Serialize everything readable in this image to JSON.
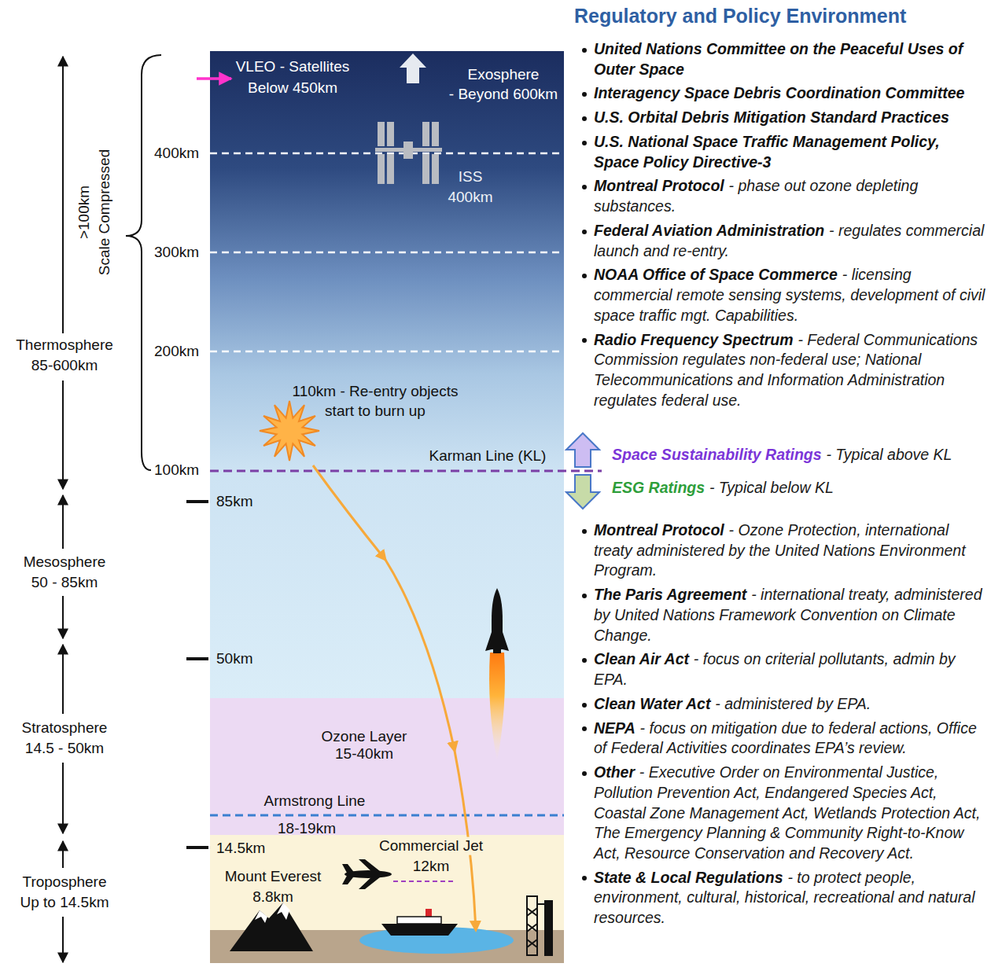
{
  "diagram": {
    "title": "Regulatory and Policy Environment",
    "nodes": [
      {
        "text": [
          "Ozone Layer 15-40km"
        ]
      }
    ],
    "labels": [
      ">100km",
      "Scale Compressed",
      "Thermosphere",
      "85-600km",
      "Mesosphere",
      "50 - 85km",
      "Stratosphere",
      "14.5 - 50km",
      "Troposphere",
      "Up to 14.5km",
      "400km",
      "300km",
      "200km",
      "100km",
      "85km",
      "50km",
      "14.5km",
      "VLEO - Satellites",
      "Below 450km",
      "Exosphere",
      "- Beyond 600km",
      "ISS",
      "400km",
      "110km - Re-entry objects",
      "start to burn up",
      "Karman Line (KL)",
      "Armstrong Line",
      "18-19km",
      "Commercial Jet",
      "12km",
      "Mount Everest",
      "8.8km",
      "United Nations Committee on the Peaceful Uses of Outer Space",
      "Interagency Space Debris Coordination Committee",
      "U.S. Orbital Debris Mitigation Standard Practices",
      "U.S. National Space Traffic Management Policy, Space Policy Directive-3",
      "Montreal Protocol",
      "- phase out ozone depleting substances.",
      "Federal Aviation Administration",
      "- regulates commercial launch and re-entry.",
      "NOAA Office of Space Commerce",
      "- licensing commercial remote sensing systems, development of civil space traffic mgt. Capabilities.",
      "Radio Frequency Spectrum",
      "- Federal Communications Commission regulates non-federal use; National Telecommunications and Information Administration regulates federal use.",
      "Space Sustainability Ratings",
      "- Typical above KL",
      "ESG Ratings",
      "- Typical below KL",
      "Montreal Protocol",
      "- Ozone Protection, international treaty administered by the United Nations Environment Program.",
      "The Paris Agreement",
      "- international treaty, administered by United Nations Framework Convention on Climate Change.",
      "Clean Air Act",
      "- focus on criterial pollutants, admin by EPA.",
      "Clean Water Act",
      "- administered by EPA.",
      "NEPA",
      "- focus on mitigation due to federal actions, Office of Federal Activities coordinates EPA’s review.",
      "Other",
      "- Executive Order on Environmental Justice, Pollution Prevention Act, Endangered Species Act, Coastal Zone Management Act, Wetlands Protection Act, The Emergency Planning & Community Right-to-Know Act, Resource Conservation and Recovery Act.",
      "State & Local Regulations",
      "- to protect people, environment, cultural, historical, recreational and natural resources."
    ]
  }
}
